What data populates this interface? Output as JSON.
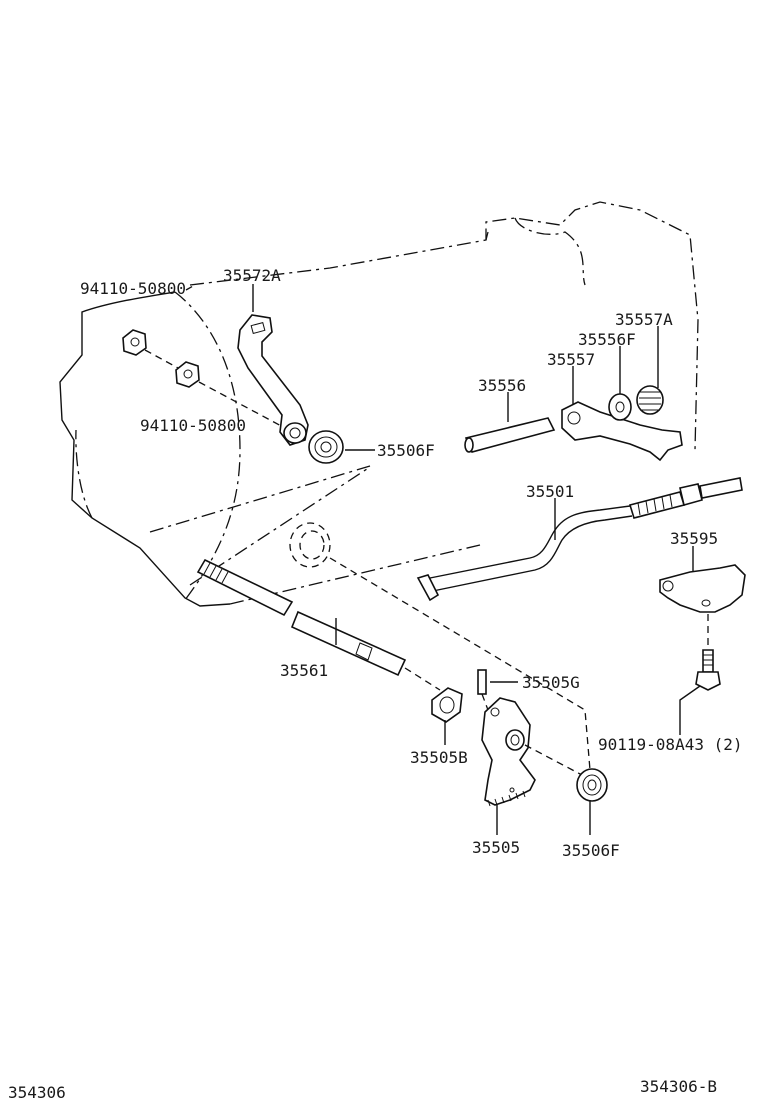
{
  "callouts": {
    "p35572A": "35572A",
    "p94110_top": "94110-50800",
    "p94110_bot": "94110-50800",
    "p35506F_top": "35506F",
    "p35557A": "35557A",
    "p35556F": "35556F",
    "p35557": "35557",
    "p35556": "35556",
    "p35501": "35501",
    "p35595": "35595",
    "p35561": "35561",
    "p35505G": "35505G",
    "p90119": "90119-08A43 (2)",
    "p35505B": "35505B",
    "p35505": "35505",
    "p35506F_bot": "35506F"
  },
  "footer": {
    "left": "354306",
    "right": "354306-B"
  }
}
